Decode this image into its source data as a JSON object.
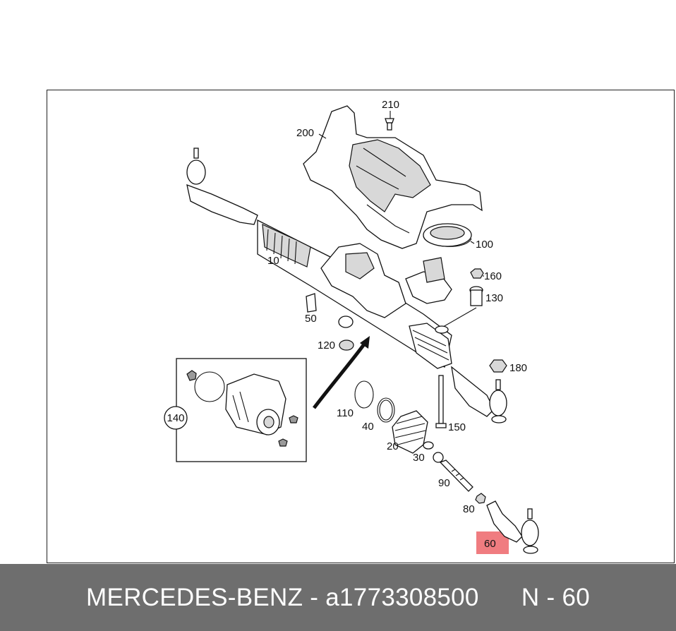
{
  "footer": {
    "brand": "MERCEDES-BENZ",
    "separator": " - ",
    "part_number": "a1773308500",
    "position_prefix": "N - ",
    "position": "60"
  },
  "diagram": {
    "callouts": {
      "c10": "10",
      "c20": "20",
      "c30": "30",
      "c40": "40",
      "c50": "50",
      "c60": "60",
      "c80": "80",
      "c90": "90",
      "c100": "100",
      "c110": "110",
      "c120": "120",
      "c130": "130",
      "c140": "140",
      "c150": "150",
      "c160": "160",
      "c180": "180",
      "c200": "200",
      "c210": "210"
    },
    "highlighted_callout": "60",
    "highlight_color": "#eb5055"
  }
}
